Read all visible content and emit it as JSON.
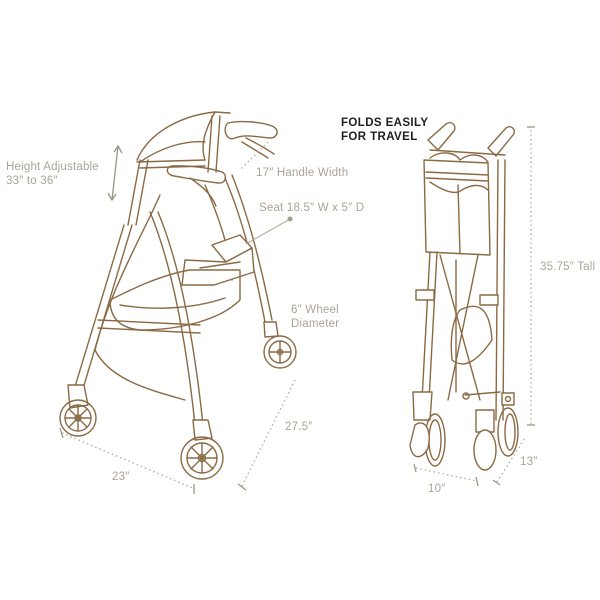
{
  "diagram": {
    "subject": "Rollator walker dimensions",
    "colors": {
      "line": "#8a6a44",
      "label": "#a9a496",
      "heading": "#1e1e1e",
      "background": "#ffffff"
    },
    "unfolded": {
      "labels": {
        "height_line1": "Height Adjustable",
        "height_line2": "33″ to 36″",
        "handle_width": "17″ Handle Width",
        "seat": "Seat 18.5″ W x 5″ D",
        "wheel_line1": "6″ Wheel",
        "wheel_line2": "Diameter",
        "width": "23″",
        "depth": "27.5″"
      }
    },
    "folded": {
      "heading_line1": "FOLDS EASILY",
      "heading_line2": "FOR TRAVEL",
      "labels": {
        "tall": "35.75″ Tall",
        "width": "10″",
        "depth": "13″"
      }
    }
  }
}
